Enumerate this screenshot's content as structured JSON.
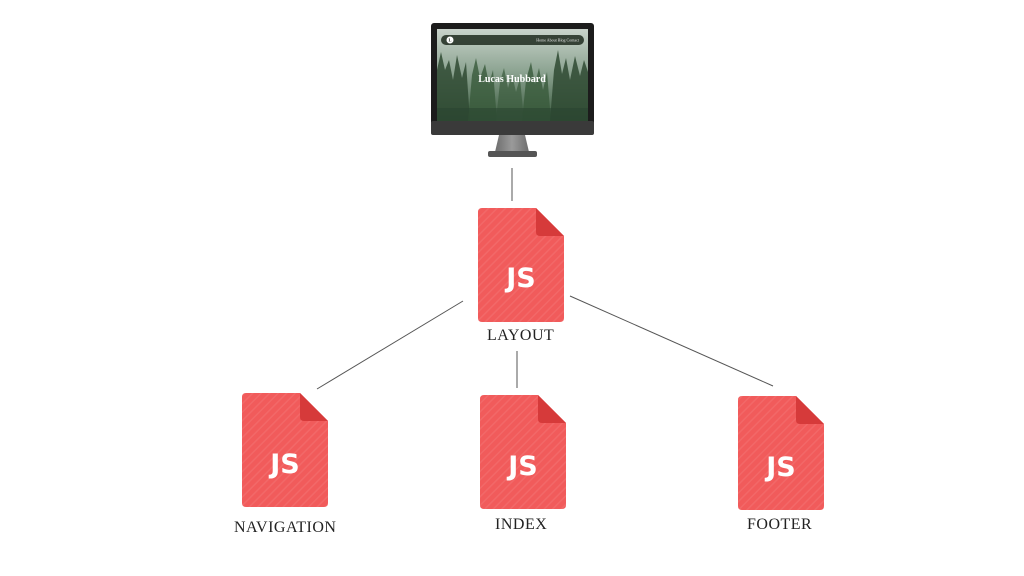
{
  "monitor": {
    "site_title": "Lucas Hubbard",
    "logo_letter": "L",
    "nav_links": "Home  About  Blog  Contact"
  },
  "files": {
    "layout": {
      "icon_text": "JS",
      "label": "LAYOUT"
    },
    "navigation": {
      "icon_text": "JS",
      "label": "NAVIGATION"
    },
    "index": {
      "icon_text": "JS",
      "label": "INDEX"
    },
    "footer": {
      "icon_text": "JS",
      "label": "FOOTER"
    }
  },
  "colors": {
    "file_body": "#f15b5b",
    "file_fold": "#d63a3a",
    "connector": "#555555",
    "forest_dark": "#2f4a32",
    "forest_light": "#a9b9aa"
  }
}
